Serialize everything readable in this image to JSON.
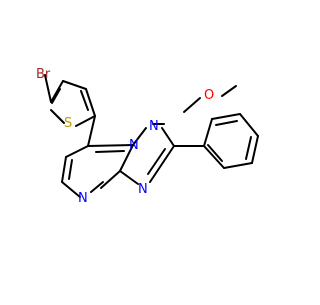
{
  "molecule": {
    "atom_labels": {
      "br": "Br",
      "s": "S",
      "o": "O",
      "n1": "N",
      "n2": "N",
      "n3": "N",
      "n4": "N"
    },
    "colors": {
      "bond": "#000000",
      "bromine": "#a52a2a",
      "sulfur": "#b8a000",
      "oxygen": "#ff0000",
      "nitrogen": "#0000ff",
      "background": "#ffffff"
    }
  }
}
